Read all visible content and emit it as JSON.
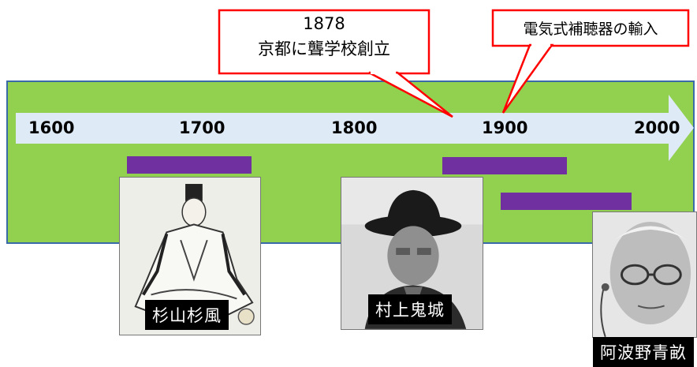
{
  "timeline": {
    "years": [
      "1600",
      "1700",
      "1800",
      "1900",
      "2000"
    ]
  },
  "callouts": [
    {
      "line1": "1878",
      "line2": "京都に聾学校創立"
    },
    {
      "line1": "電気式補聴器の輸入"
    }
  ],
  "people": [
    {
      "name": "杉山杉風"
    },
    {
      "name": "村上鬼城"
    },
    {
      "name": "阿波野青畝"
    }
  ],
  "colors": {
    "band": "#92d050",
    "band_border": "#3b6aa8",
    "arrow": "#deebf7",
    "lifespan_bar": "#7030a0",
    "callout_border": "#ff0000",
    "label_bg": "#000000",
    "label_text": "#ffffff"
  }
}
